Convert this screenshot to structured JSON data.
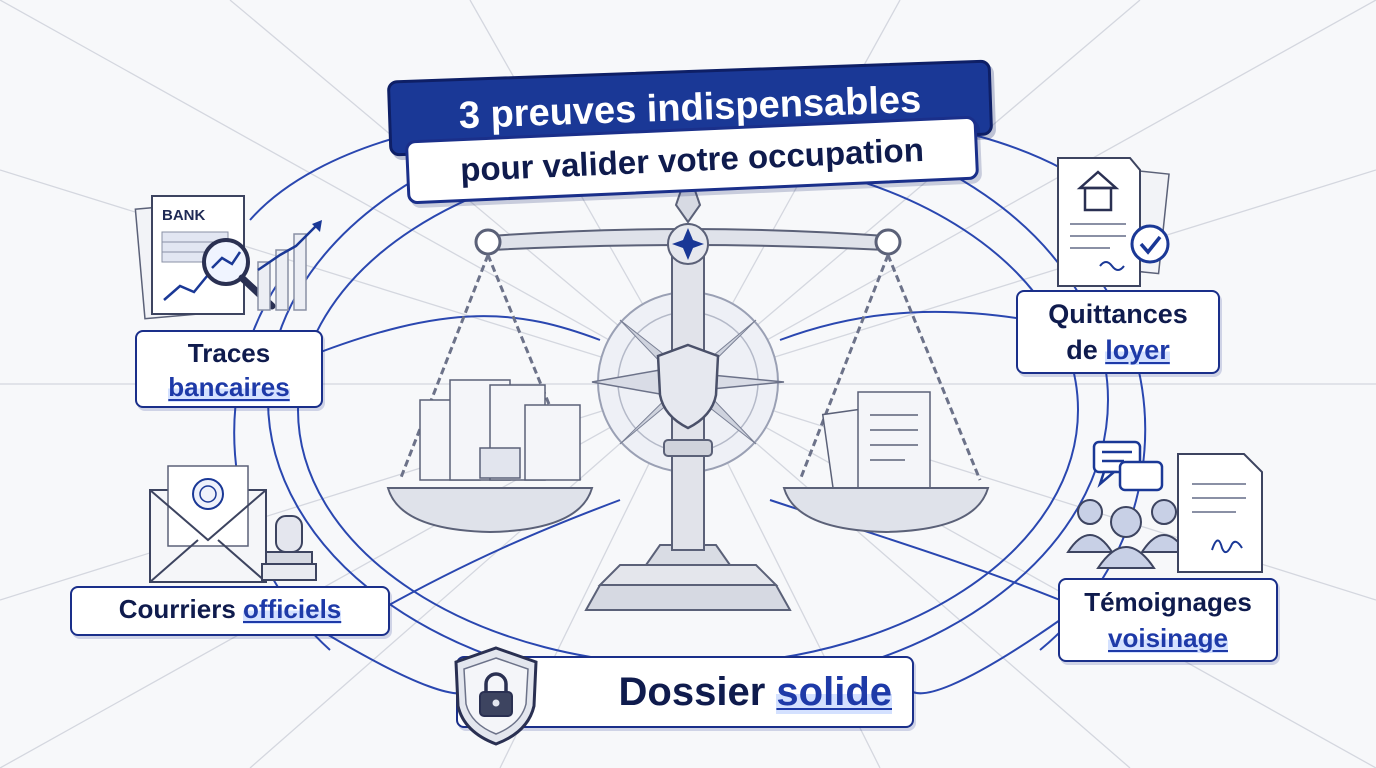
{
  "title": {
    "main": "3 preuves indispensables",
    "sub": "pour valider votre occupation"
  },
  "labels": {
    "traces": {
      "line1": "Traces",
      "line2": "bancaires"
    },
    "quittances": {
      "line1": "Quittances",
      "line2_plain": "de ",
      "line2_hl": "loyer"
    },
    "courriers": {
      "plain": "Courriers ",
      "hl": "officiels"
    },
    "temoignages": {
      "line1": "Témoignages",
      "line2": "voisinage"
    },
    "dossier": {
      "plain": "Dossier ",
      "hl": "solide"
    }
  },
  "illustrations": {
    "bank_doc_text": "BANK",
    "icons": [
      "bank-statement-icon",
      "magnifier-icon",
      "growth-chart-icon",
      "receipt-house-icon",
      "checkmark-icon",
      "envelope-icon",
      "stamp-icon",
      "speech-bubbles-icon",
      "people-icon",
      "signed-document-icon",
      "shield-lock-icon",
      "balance-scale-icon",
      "compass-star-icon",
      "shield-icon"
    ]
  },
  "colors": {
    "primary_blue": "#1a3896",
    "dark_navy": "#0f1b4d",
    "highlight_blue": "#1e3aa8",
    "highlight_bg": "#d4e1ff",
    "line_blue": "#2a47b0",
    "background": "#f7f8fa"
  }
}
